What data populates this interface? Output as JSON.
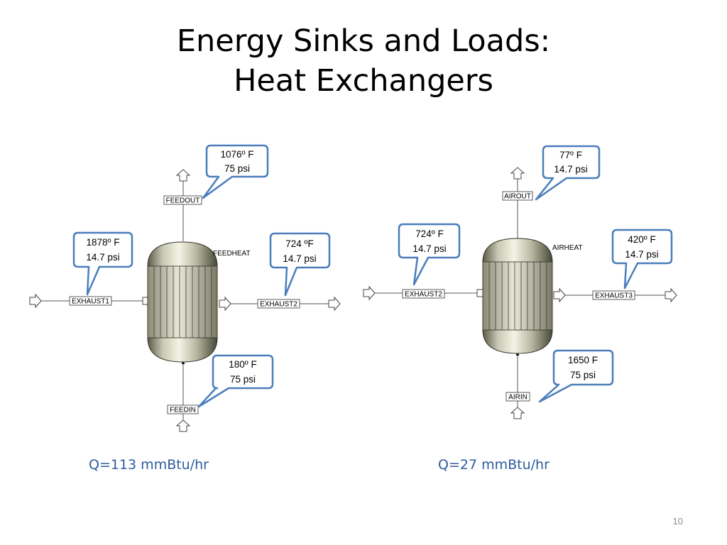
{
  "slide": {
    "title_line1": "Energy Sinks and Loads:",
    "title_line2": "Heat Exchangers",
    "page_number": "10"
  },
  "left_exchanger": {
    "unit_label": "FEEDHEAT",
    "streams": {
      "feedout": "FEEDOUT",
      "exhaust1": "EXHAUST1",
      "exhaust2": "EXHAUST2",
      "feedin": "FEEDIN"
    },
    "callouts": {
      "feedout": {
        "line1": "1076º F",
        "line2": "75 psi"
      },
      "exhaust1": {
        "line1": "1878º F",
        "line2": "14.7 psi"
      },
      "exhaust2": {
        "line1": "724 ºF",
        "line2": "14.7 psi"
      },
      "feedin": {
        "line1": "180º F",
        "line2": "75 psi"
      }
    },
    "duty": "Q=113 mmBtu/hr"
  },
  "right_exchanger": {
    "unit_label": "AIRHEAT",
    "streams": {
      "airout": "AIROUT",
      "exhaust2": "EXHAUST2",
      "exhaust3": "EXHAUST3",
      "airin": "AIRIN"
    },
    "callouts": {
      "airout": {
        "line1": "77º F",
        "line2": "14.7 psi"
      },
      "exhaust2": {
        "line1": "724º F",
        "line2": "14.7 psi"
      },
      "exhaust3": {
        "line1": "420º F",
        "line2": "14.7 psi"
      },
      "airin": {
        "line1": "1650 F",
        "line2": "75 psi"
      }
    },
    "duty": "Q=27 mmBtu/hr"
  },
  "colors": {
    "callout_border": "#4a7ebb",
    "duty_text": "#2e5c9e"
  }
}
